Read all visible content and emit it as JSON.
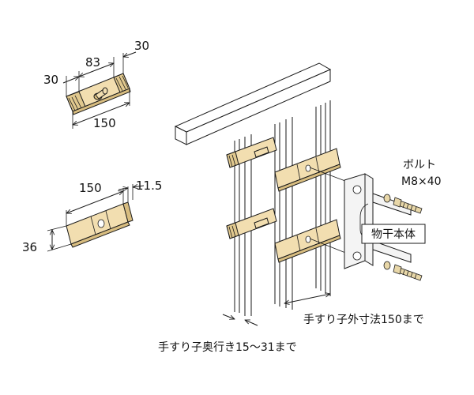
{
  "top_piece": {
    "dim_left": "30",
    "dim_middle": "83",
    "dim_right": "30",
    "dim_length": "150"
  },
  "bottom_piece": {
    "dim_length": "150",
    "dim_thickness": "11.5",
    "dim_height": "36"
  },
  "labels": {
    "bolt_title": "ボルト",
    "bolt_size": "M8×40",
    "main_body": "物干本体",
    "outer_width": "手すり子外寸法150まで",
    "depth": "手すり子奥行き15～31まで"
  },
  "colors": {
    "wood": "#f2deb0",
    "wood_shadow": "#d8bd80",
    "line": "#1a1a1a"
  }
}
